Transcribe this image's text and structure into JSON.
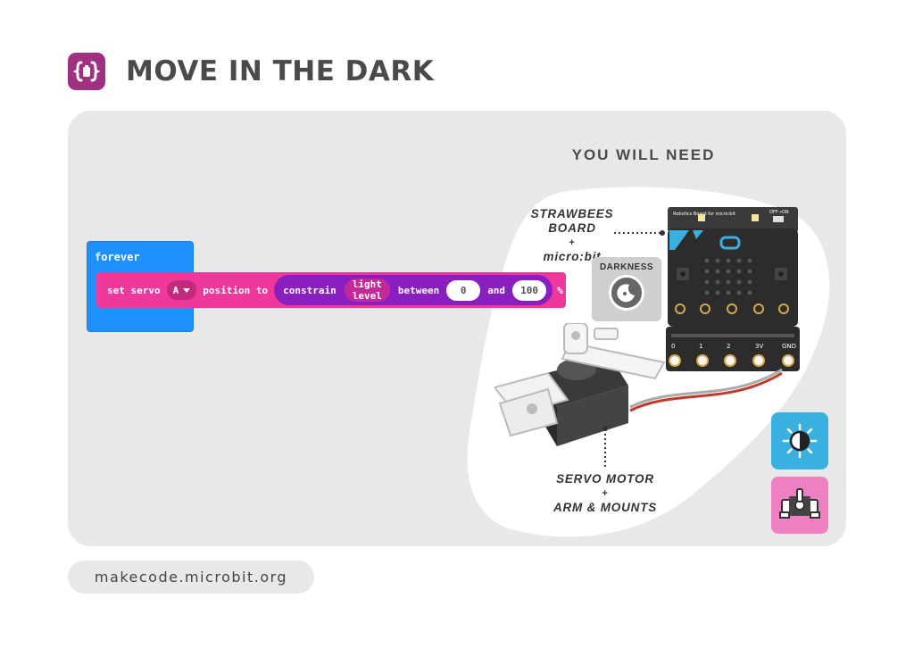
{
  "page_title": "MOVE IN THE DARK",
  "you_will_need": "YOU WILL NEED",
  "code": {
    "forever_label": "forever",
    "set_servo": "set servo",
    "servo_option": "A",
    "position_to": "position to",
    "constrain": "constrain",
    "light_level": "light level",
    "between": "between",
    "min_value": "0",
    "and": "and",
    "max_value": "100",
    "percent": "%"
  },
  "components": {
    "board_name": "STRAWBEES BOARD",
    "board_plus": "+",
    "board_sub": "micro:bit",
    "darkness": "DARKNESS",
    "servo_name": "SERVO MOTOR",
    "servo_plus": "+",
    "servo_sub": "ARM & MOUNTS"
  },
  "board": {
    "pins": [
      "0",
      "1",
      "2",
      "3V",
      "GND"
    ],
    "switch_label": "OFF→ON",
    "board_text": "Robotics Board for micro:bit"
  },
  "footer": "makecode.microbit.org",
  "colors": {
    "logo": "#a03080",
    "forever_block": "#1e90ff",
    "servo_block": "#f0389c",
    "constrain_block": "#8a1fc0",
    "light_icon_bg": "#3ab0e0",
    "servo_icon_bg": "#ee7fc0"
  },
  "icons": [
    "makecode-logo-icon",
    "moon-sensor-icon",
    "light-sensor-icon",
    "servo-icon",
    "dropdown-caret-icon"
  ]
}
